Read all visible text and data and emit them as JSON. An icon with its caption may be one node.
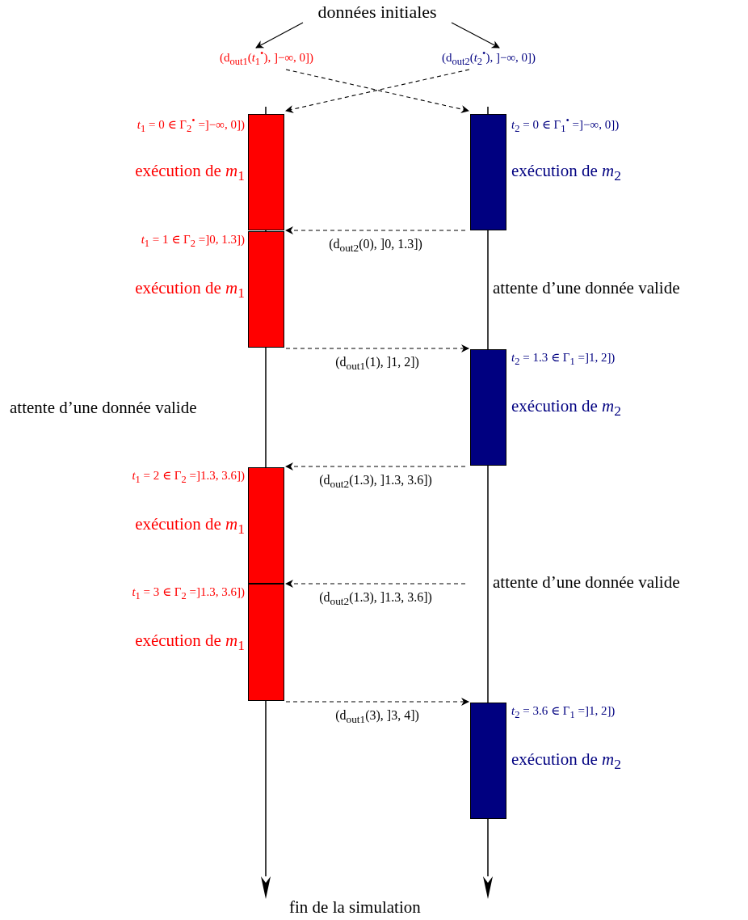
{
  "diagram": {
    "nodes": [
      {
        "text": [
          "données initiales"
        ]
      },
      {
        "text": [
          "(d$_{out1}$(*t*$_{1}$$^{•}$), ]−∞, 0])"
        ]
      },
      {
        "text": [
          "(d$_{out2}$(*t*$_{2}$$^{•}$), ]−∞, 0])"
        ]
      },
      {
        "text": [],
        "shape": "bar",
        "beside": [
          "*t*$_{1}$ = 0 ∈ Γ$_{2}$$^{•}$ =]−∞, 0])",
          "exécution de *m*$_{1}$"
        ]
      },
      {
        "text": [],
        "shape": "bar",
        "beside": [
          "*t*$_{1}$ = 1 ∈ Γ$_{2}$ =]0, 1.3])",
          "exécution de *m*$_{1}$"
        ]
      },
      {
        "text": [],
        "shape": "bar",
        "beside": [
          "*t*$_{2}$ = 0 ∈ Γ$_{1}$$^{•}$ =]−∞, 0])",
          "exécution de *m*$_{2}$"
        ]
      },
      {
        "text": [],
        "shape": "bar",
        "beside": [
          "*t*$_{2}$ = 1.3 ∈ Γ$_{1}$ =]1, 2])",
          "exécution de *m*$_{2}$"
        ]
      },
      {
        "text": [],
        "shape": "bar",
        "beside": [
          "*t*$_{1}$ = 2 ∈ Γ$_{2}$ =]1.3, 3.6])",
          "exécution de *m*$_{1}$"
        ]
      },
      {
        "text": [],
        "shape": "bar",
        "beside": [
          "*t*$_{1}$ = 3 ∈ Γ$_{2}$ =]1.3, 3.6])",
          "exécution de *m*$_{1}$"
        ]
      },
      {
        "text": [],
        "shape": "bar",
        "beside": [
          "*t*$_{2}$ = 3.6 ∈ Γ$_{1}$ =]1, 2])",
          "exécution de *m*$_{2}$"
        ]
      }
    ],
    "edges": [
      {
        "from": 0,
        "to": 1,
        "arrow": "to"
      },
      {
        "from": 0,
        "to": 2,
        "arrow": "to"
      },
      {
        "from": 1,
        "to": 5,
        "arrow": "to",
        "style": "dashed"
      },
      {
        "from": 2,
        "to": 3,
        "arrow": "to",
        "style": "dashed"
      },
      {
        "from": 5,
        "to": 4,
        "arrow": "to",
        "style": "dashed",
        "label": "(d$_{out2}$(0), ]0, 1.3])"
      },
      {
        "from": 4,
        "to": 6,
        "arrow": "to",
        "style": "dashed",
        "label": "(d$_{out1}$(1), ]1, 2])"
      },
      {
        "from": 6,
        "to": 7,
        "arrow": "to",
        "style": "dashed",
        "label": "(d$_{out2}$(1.3), ]1.3, 3.6])"
      },
      {
        "from": null,
        "to": 8,
        "arrow": "to",
        "style": "dashed",
        "label": "(d$_{out2}$(1.3), ]1.3, 3.6])"
      },
      {
        "from": 8,
        "to": 9,
        "arrow": "to",
        "style": "dashed",
        "label": "(d$_{out1}$(3), ]3, 4])"
      }
    ],
    "labels": [
      "attente d’une donnée valide",
      "attente d’une donnée valide",
      "attente d’une donnée valide",
      "fin de la simulation"
    ]
  }
}
